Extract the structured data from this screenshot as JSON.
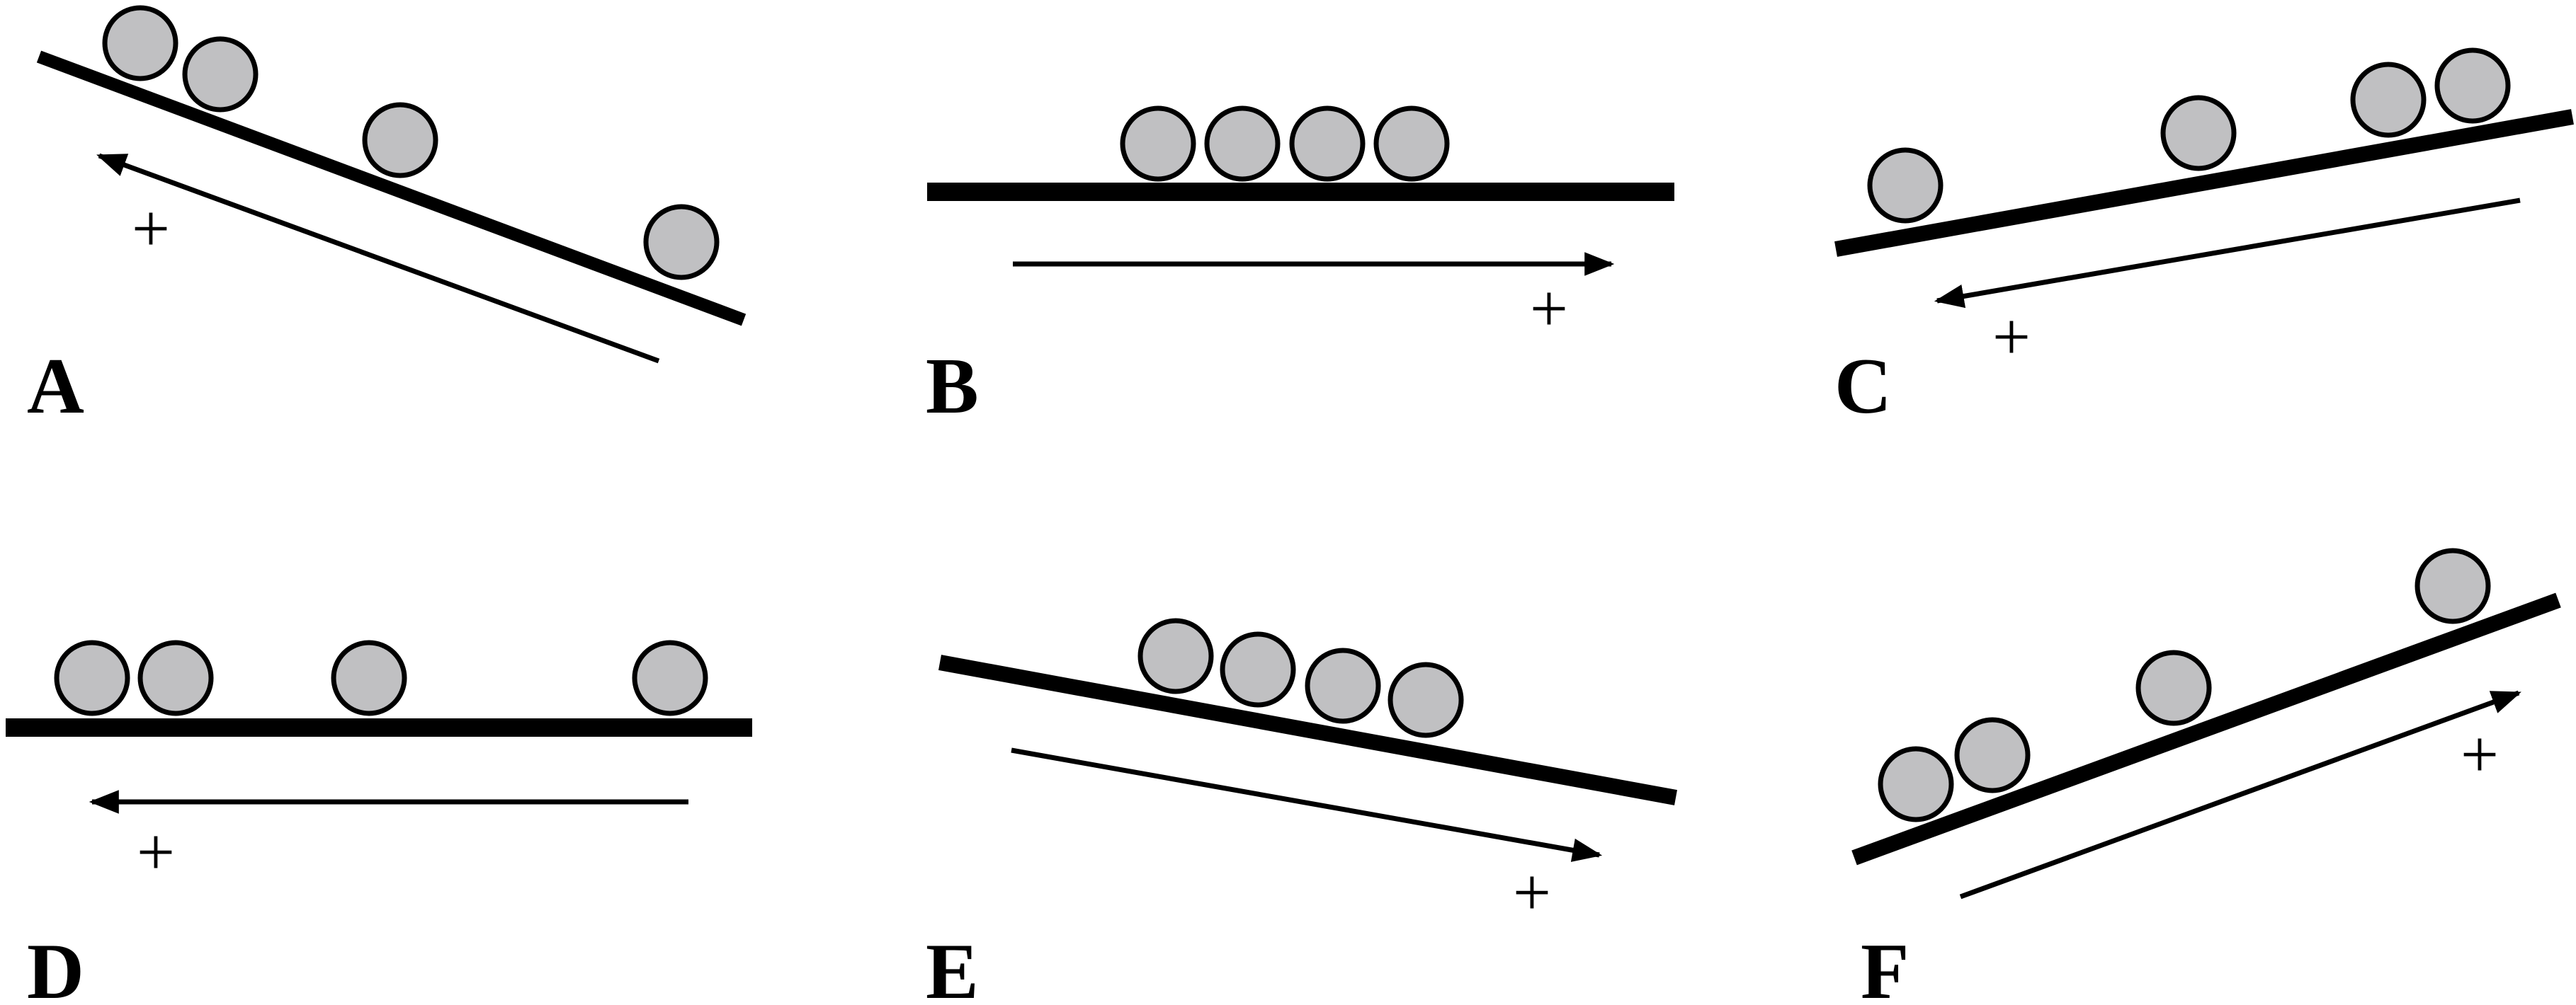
{
  "colors": {
    "background": "#ffffff",
    "ink": "#000000",
    "ball_fill": "#c0c0c2"
  },
  "icons": {
    "ball": "ball-icon",
    "direction_arrow": "arrow-icon"
  },
  "panels": [
    {
      "id": "A",
      "label": "A",
      "sign": "+",
      "ball_count": 4
    },
    {
      "id": "B",
      "label": "B",
      "sign": "+",
      "ball_count": 4
    },
    {
      "id": "C",
      "label": "C",
      "sign": "+",
      "ball_count": 4
    },
    {
      "id": "D",
      "label": "D",
      "sign": "+",
      "ball_count": 4
    },
    {
      "id": "E",
      "label": "E",
      "sign": "+",
      "ball_count": 4
    },
    {
      "id": "F",
      "label": "F",
      "sign": "+",
      "ball_count": 4
    }
  ]
}
